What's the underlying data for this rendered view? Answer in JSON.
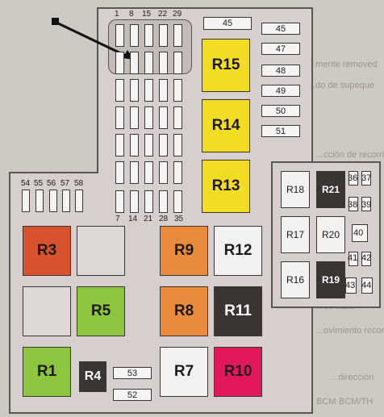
{
  "background_text": [
    "...mente removed",
    "...do de supeque",
    "...cción de recorrido",
    "...do tabla",
    "...ovimiento recorrido",
    "...dirección",
    "BCM",
    "BCM/TH"
  ],
  "top_fuse_labels": [
    "1",
    "8",
    "15",
    "22",
    "29"
  ],
  "bottom_fuse_labels": [
    "7",
    "14",
    "21",
    "28",
    "35"
  ],
  "left_fuse_labels": [
    "54",
    "55",
    "56",
    "57",
    "58"
  ],
  "right_fuses": [
    "45",
    "47",
    "48",
    "49",
    "50",
    "51"
  ],
  "top_right_fuse": "45",
  "fuse_53": "53",
  "fuse_52": "52",
  "relays": {
    "R15": "R15",
    "R14": "R14",
    "R13": "R13",
    "R3": "R3",
    "R9": "R9",
    "R12": "R12",
    "R5": "R5",
    "R8": "R8",
    "R11": "R11",
    "R1": "R1",
    "R4": "R4",
    "R7": "R7",
    "R10": "R10",
    "R18": "R18",
    "R21": "R21",
    "R17": "R17",
    "R20": "R20",
    "R16": "R16",
    "R19": "R19"
  },
  "side_fuse_labels": [
    "36",
    "37",
    "38",
    "39",
    "40",
    "41",
    "42",
    "43",
    "44"
  ],
  "colors": {
    "yellow": "#f2dc24",
    "orange_red": "#d8522e",
    "orange": "#e98a3c",
    "green": "#8cc63e",
    "dark": "#3a3432",
    "magenta": "#e2185e",
    "white": "#f3f1ef",
    "grey_box": "#ddd7d5"
  }
}
